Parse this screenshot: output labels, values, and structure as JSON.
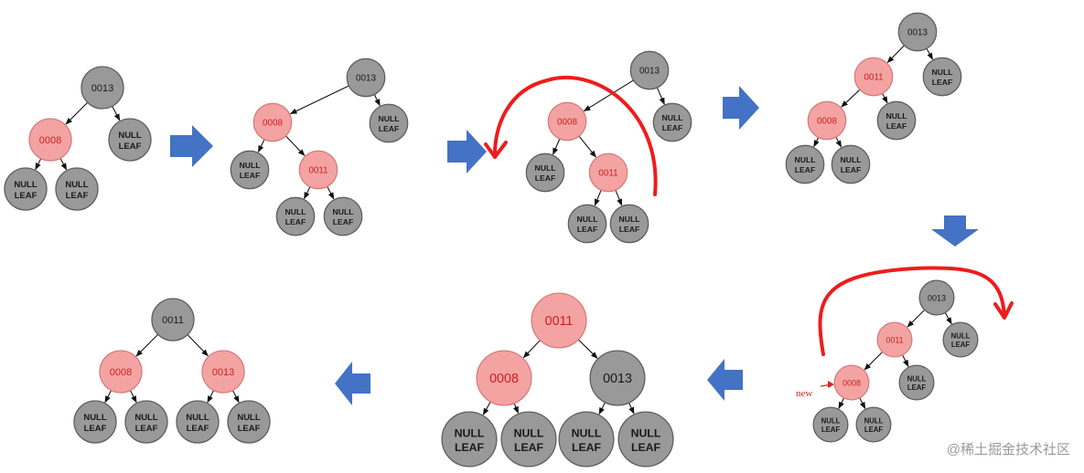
{
  "trees": [
    {
      "id": "step-1",
      "nodes": [
        {
          "id": "n13",
          "label": "0013",
          "color": "black"
        },
        {
          "id": "n08",
          "label": "0008",
          "color": "red"
        },
        {
          "id": "nl1",
          "label": [
            "NULL",
            "LEAF"
          ],
          "color": "black"
        },
        {
          "id": "nl2",
          "label": [
            "NULL",
            "LEAF"
          ],
          "color": "black"
        },
        {
          "id": "nl3",
          "label": [
            "NULL",
            "LEAF"
          ],
          "color": "black"
        }
      ],
      "edges": [
        [
          "n13",
          "n08"
        ],
        [
          "n13",
          "nl1"
        ],
        [
          "n08",
          "nl2"
        ],
        [
          "n08",
          "nl3"
        ]
      ]
    },
    {
      "id": "step-2",
      "nodes": [
        {
          "id": "n13",
          "label": "0013",
          "color": "black"
        },
        {
          "id": "n08",
          "label": "0008",
          "color": "red"
        },
        {
          "id": "n11",
          "label": "0011",
          "color": "red"
        },
        {
          "id": "nl1",
          "label": [
            "NULL",
            "LEAF"
          ],
          "color": "black"
        },
        {
          "id": "nl2",
          "label": [
            "NULL",
            "LEAF"
          ],
          "color": "black"
        },
        {
          "id": "nl3",
          "label": [
            "NULL",
            "LEAF"
          ],
          "color": "black"
        },
        {
          "id": "nl4",
          "label": [
            "NULL",
            "LEAF"
          ],
          "color": "black"
        }
      ],
      "edges": [
        [
          "n13",
          "n08"
        ],
        [
          "n13",
          "nl1"
        ],
        [
          "n08",
          "nl2"
        ],
        [
          "n08",
          "n11"
        ],
        [
          "n11",
          "nl3"
        ],
        [
          "n11",
          "nl4"
        ]
      ]
    },
    {
      "id": "step-3",
      "nodes": [
        {
          "id": "n13",
          "label": "0013",
          "color": "black"
        },
        {
          "id": "n08",
          "label": "0008",
          "color": "red"
        },
        {
          "id": "n11",
          "label": "0011",
          "color": "red"
        },
        {
          "id": "nl1",
          "label": [
            "NULL",
            "LEAF"
          ],
          "color": "black"
        },
        {
          "id": "nl2",
          "label": [
            "NULL",
            "LEAF"
          ],
          "color": "black"
        },
        {
          "id": "nl3",
          "label": [
            "NULL",
            "LEAF"
          ],
          "color": "black"
        },
        {
          "id": "nl4",
          "label": [
            "NULL",
            "LEAF"
          ],
          "color": "black"
        }
      ],
      "edges": [
        [
          "n13",
          "n08"
        ],
        [
          "n13",
          "nl1"
        ],
        [
          "n08",
          "nl2"
        ],
        [
          "n08",
          "n11"
        ],
        [
          "n11",
          "nl3"
        ],
        [
          "n11",
          "nl4"
        ]
      ]
    },
    {
      "id": "step-4",
      "nodes": [
        {
          "id": "n13",
          "label": "0013",
          "color": "black"
        },
        {
          "id": "n11",
          "label": "0011",
          "color": "red"
        },
        {
          "id": "n08",
          "label": "0008",
          "color": "red"
        },
        {
          "id": "nl1",
          "label": [
            "NULL",
            "LEAF"
          ],
          "color": "black"
        },
        {
          "id": "nl2",
          "label": [
            "NULL",
            "LEAF"
          ],
          "color": "black"
        },
        {
          "id": "nl3",
          "label": [
            "NULL",
            "LEAF"
          ],
          "color": "black"
        },
        {
          "id": "nl4",
          "label": [
            "NULL",
            "LEAF"
          ],
          "color": "black"
        }
      ],
      "edges": [
        [
          "n13",
          "n11"
        ],
        [
          "n13",
          "nl1"
        ],
        [
          "n11",
          "n08"
        ],
        [
          "n11",
          "nl2"
        ],
        [
          "n08",
          "nl3"
        ],
        [
          "n08",
          "nl4"
        ]
      ]
    },
    {
      "id": "step-5",
      "new_label": "new",
      "nodes": [
        {
          "id": "n13",
          "label": "0013",
          "color": "black"
        },
        {
          "id": "n11",
          "label": "0011",
          "color": "red"
        },
        {
          "id": "n08",
          "label": "0008",
          "color": "red"
        },
        {
          "id": "nl1",
          "label": [
            "NULL",
            "LEAF"
          ],
          "color": "black"
        },
        {
          "id": "nl2",
          "label": [
            "NULL",
            "LEAF"
          ],
          "color": "black"
        },
        {
          "id": "nl3",
          "label": [
            "NULL",
            "LEAF"
          ],
          "color": "black"
        },
        {
          "id": "nl4",
          "label": [
            "NULL",
            "LEAF"
          ],
          "color": "black"
        }
      ],
      "edges": [
        [
          "n13",
          "n11"
        ],
        [
          "n13",
          "nl1"
        ],
        [
          "n11",
          "n08"
        ],
        [
          "n11",
          "nl2"
        ],
        [
          "n08",
          "nl3"
        ],
        [
          "n08",
          "nl4"
        ]
      ]
    },
    {
      "id": "step-6",
      "nodes": [
        {
          "id": "n11",
          "label": "0011",
          "color": "red"
        },
        {
          "id": "n08",
          "label": "0008",
          "color": "red"
        },
        {
          "id": "n13",
          "label": "0013",
          "color": "black"
        },
        {
          "id": "nl1",
          "label": [
            "NULL",
            "LEAF"
          ],
          "color": "black"
        },
        {
          "id": "nl2",
          "label": [
            "NULL",
            "LEAF"
          ],
          "color": "black"
        },
        {
          "id": "nl3",
          "label": [
            "NULL",
            "LEAF"
          ],
          "color": "black"
        },
        {
          "id": "nl4",
          "label": [
            "NULL",
            "LEAF"
          ],
          "color": "black"
        }
      ],
      "edges": [
        [
          "n11",
          "n08"
        ],
        [
          "n11",
          "n13"
        ],
        [
          "n08",
          "nl1"
        ],
        [
          "n08",
          "nl2"
        ],
        [
          "n13",
          "nl3"
        ],
        [
          "n13",
          "nl4"
        ]
      ]
    },
    {
      "id": "step-7",
      "nodes": [
        {
          "id": "n11",
          "label": "0011",
          "color": "black"
        },
        {
          "id": "n08",
          "label": "0008",
          "color": "red"
        },
        {
          "id": "n13",
          "label": "0013",
          "color": "red"
        },
        {
          "id": "nl1",
          "label": [
            "NULL",
            "LEAF"
          ],
          "color": "black"
        },
        {
          "id": "nl2",
          "label": [
            "NULL",
            "LEAF"
          ],
          "color": "black"
        },
        {
          "id": "nl3",
          "label": [
            "NULL",
            "LEAF"
          ],
          "color": "black"
        },
        {
          "id": "nl4",
          "label": [
            "NULL",
            "LEAF"
          ],
          "color": "black"
        }
      ],
      "edges": [
        [
          "n11",
          "n08"
        ],
        [
          "n11",
          "n13"
        ],
        [
          "n08",
          "nl1"
        ],
        [
          "n08",
          "nl2"
        ],
        [
          "n13",
          "nl3"
        ],
        [
          "n13",
          "nl4"
        ]
      ]
    }
  ],
  "colors": {
    "black_node": "#999999",
    "red_node": "#f4a3a3",
    "red_text": "#cc2020",
    "step_arrow": "#4472c4",
    "rotation_arrow": "#ee1c1c"
  },
  "step_arrows": [
    {
      "id": "arrow-1-2",
      "direction": "right"
    },
    {
      "id": "arrow-2-3",
      "direction": "right"
    },
    {
      "id": "arrow-3-4",
      "direction": "right"
    },
    {
      "id": "arrow-4-5",
      "direction": "down"
    },
    {
      "id": "arrow-5-6",
      "direction": "left"
    },
    {
      "id": "arrow-6-7",
      "direction": "left"
    }
  ],
  "rotation_arrows": [
    {
      "id": "rotate-left",
      "step": "step-3"
    },
    {
      "id": "rotate-right",
      "step": "step-5"
    }
  ],
  "watermark": "@稀土掘金技术社区"
}
